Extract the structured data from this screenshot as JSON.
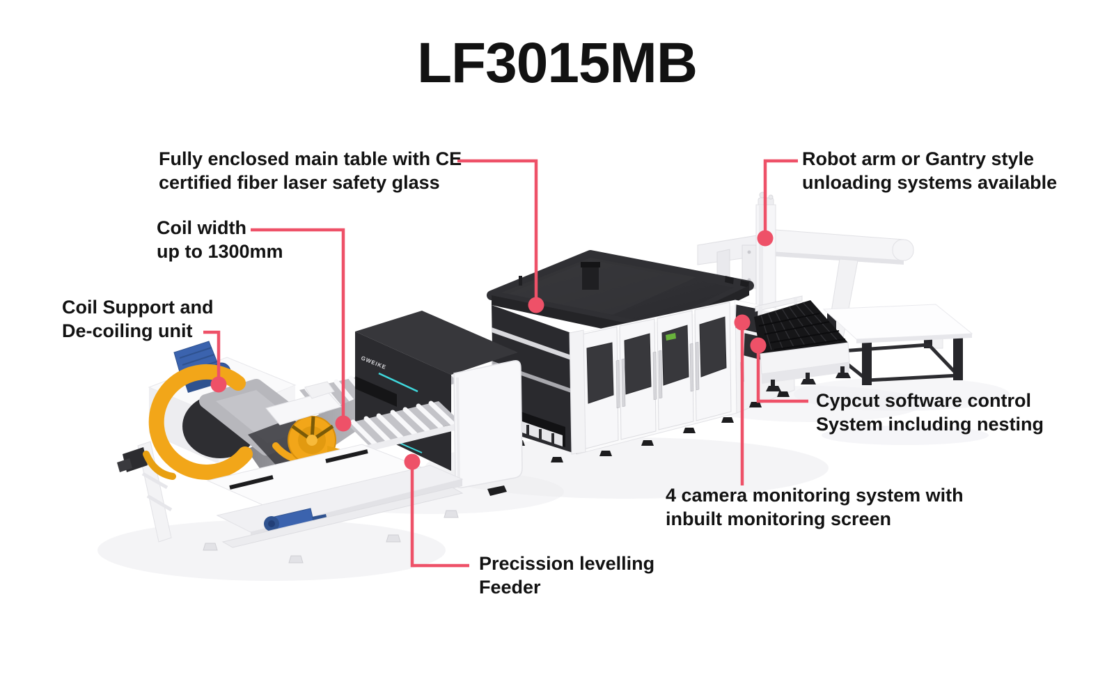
{
  "page": {
    "colors": {
      "accent": "#ee5168",
      "ink": "#121212",
      "machine-dark": "#2b2b2f",
      "machine-white": "#f7f7f9",
      "coil-yellow": "#f2a619",
      "motor-blue": "#3b63ae",
      "cyan-accent": "#3fd9dd",
      "laser-green": "#6fc13c"
    }
  },
  "title": "LF3015MB",
  "machine": {
    "logo_text": "GWEIKE"
  },
  "callouts": [
    {
      "id": "main-table",
      "lines": [
        "Fully enclosed main table with CE",
        "certified fiber laser safety glass"
      ]
    },
    {
      "id": "coil-width",
      "lines": [
        "Coil width",
        "up to 1300mm"
      ]
    },
    {
      "id": "coil-support",
      "lines": [
        "Coil Support and",
        "De-coiling unit"
      ]
    },
    {
      "id": "robot-arm",
      "lines": [
        "Robot arm or Gantry style",
        "unloading systems available"
      ]
    },
    {
      "id": "cypcut",
      "lines": [
        "Cypcut software control",
        "System including nesting"
      ]
    },
    {
      "id": "four-camera",
      "lines": [
        "4 camera monitoring system with",
        "inbuilt monitoring screen"
      ]
    },
    {
      "id": "feeder",
      "lines": [
        "Precission levelling",
        "Feeder"
      ]
    }
  ]
}
